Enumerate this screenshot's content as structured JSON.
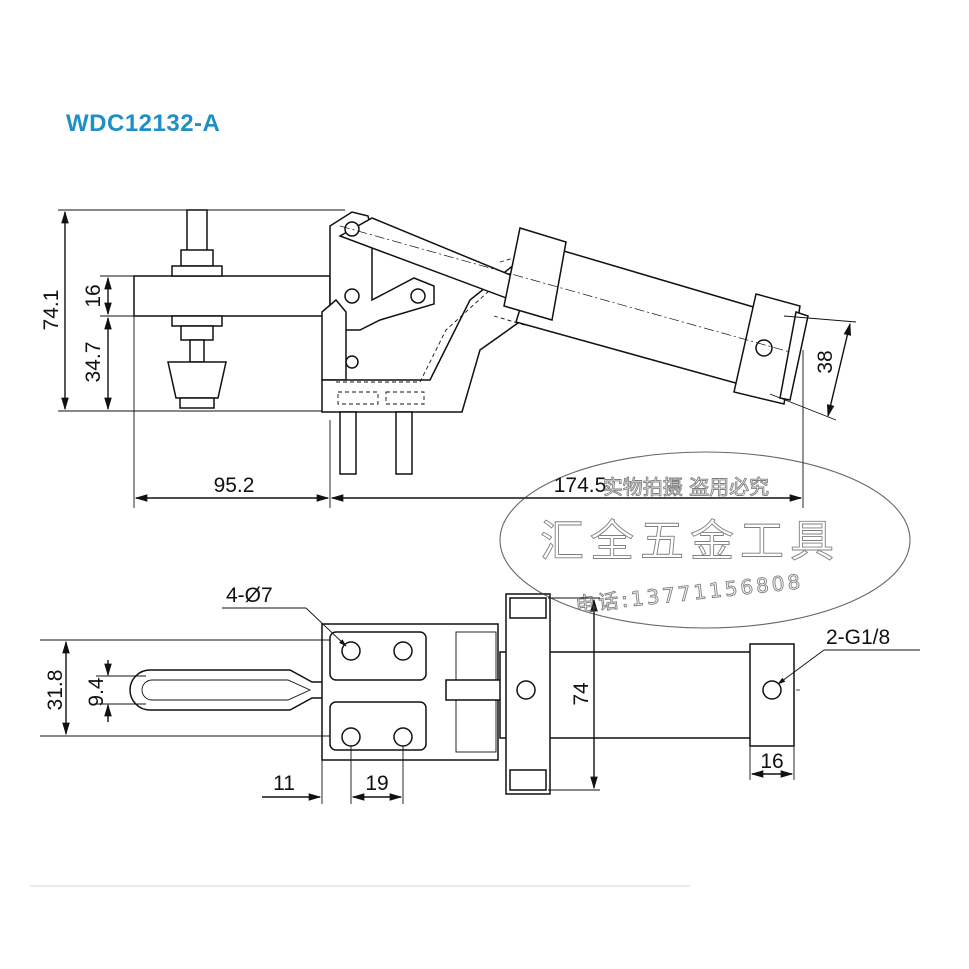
{
  "title": "WDC12132-A",
  "dimensions": {
    "side_height_total": "74.1",
    "side_bar_thickness": "16",
    "side_lower_height": "34.7",
    "side_cylinder_dia": "38",
    "side_left_length": "95.2",
    "side_right_length": "174.5",
    "top_holes": "4-Ø7",
    "top_width": "31.8",
    "top_slot": "9.4",
    "top_body_width": "74",
    "top_port": "2-G1/8",
    "top_end_block": "16",
    "top_offset": "11",
    "top_hole_pitch": "19"
  },
  "watermark": {
    "line1": "实物拍摄 盗用必究",
    "line2": "汇全五金工具",
    "line3": "电话:13771156808"
  },
  "colors": {
    "title": "#1f8fc8",
    "line": "#111111"
  }
}
